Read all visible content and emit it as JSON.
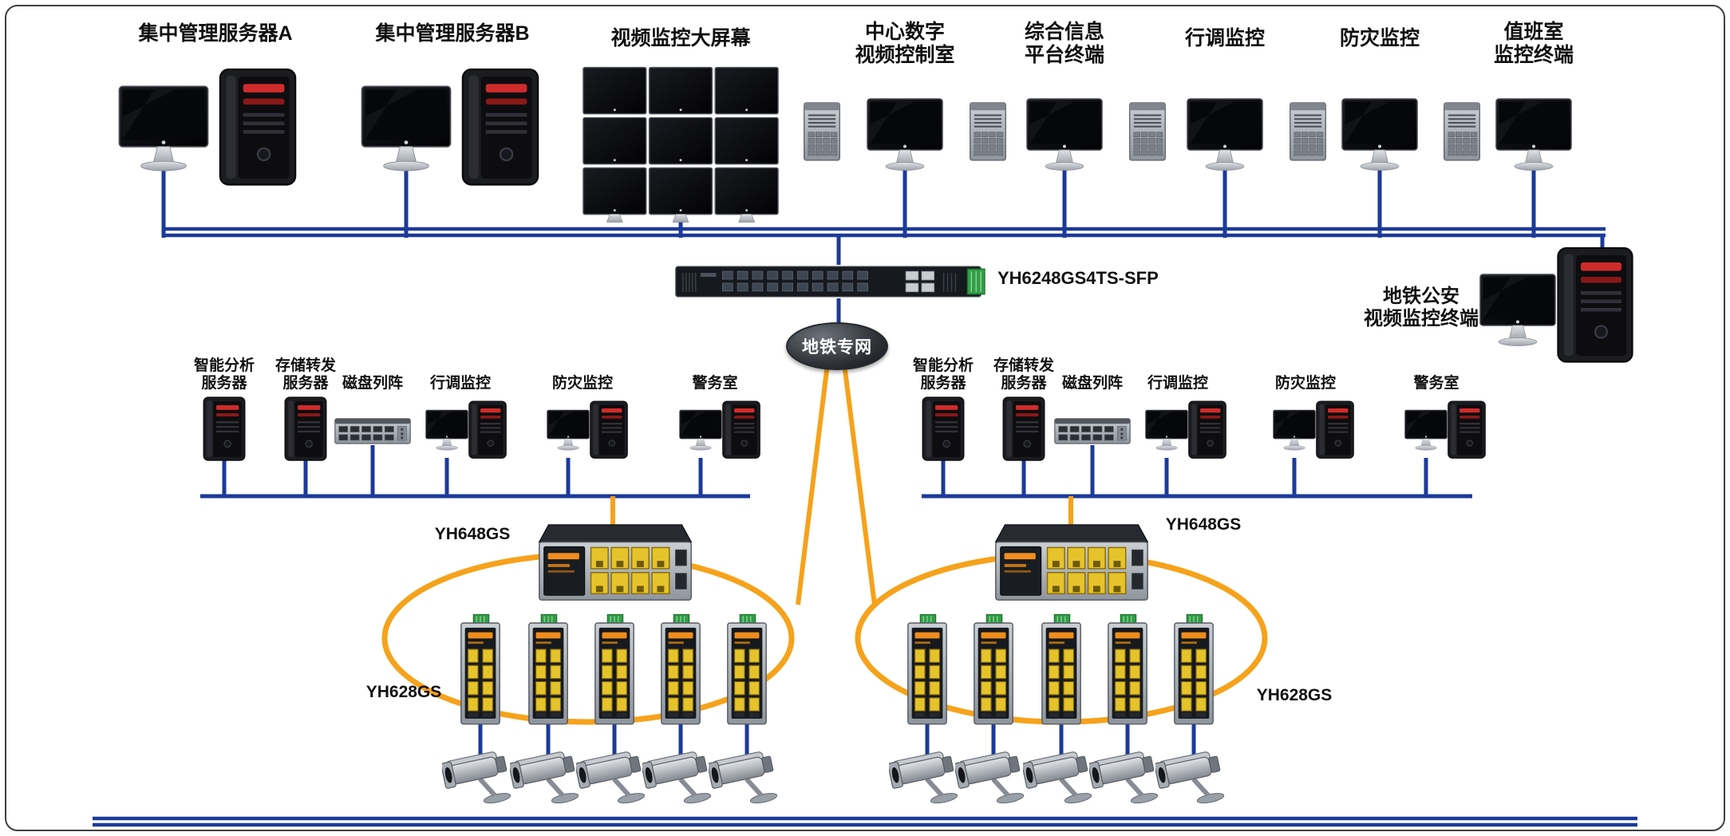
{
  "colors": {
    "line_blue": "#1c3a9a",
    "line_orange": "#f6a21b",
    "background": "#ffffff"
  },
  "top_nodes": [
    {
      "label": "集中管理服务器A"
    },
    {
      "label": "集中管理服务器B"
    },
    {
      "label": "视频监控大屏幕"
    },
    {
      "label": "中心数字\n视频控制室"
    },
    {
      "label": "综合信息\n平台终端"
    },
    {
      "label": "行调监控"
    },
    {
      "label": "防灾监控"
    },
    {
      "label": "值班室\n监控终端"
    }
  ],
  "core": {
    "switch_label": "YH6248GS4TS-SFP",
    "network_label": "地铁专网",
    "police_label": "地铁公安\n视频监控终端"
  },
  "left_cluster": {
    "nodes": [
      {
        "label": "智能分析\n服务器"
      },
      {
        "label": "存储转发\n服务器"
      },
      {
        "label": "磁盘列阵"
      },
      {
        "label": "行调监控"
      },
      {
        "label": "防灾监控"
      },
      {
        "label": "警务室"
      }
    ],
    "agg_switch_label": "YH648GS",
    "access_switch_label": "YH628GS"
  },
  "right_cluster": {
    "nodes": [
      {
        "label": "智能分析\n服务器"
      },
      {
        "label": "存储转发\n服务器"
      },
      {
        "label": "磁盘列阵"
      },
      {
        "label": "行调监控"
      },
      {
        "label": "防灾监控"
      },
      {
        "label": "警务室"
      }
    ],
    "agg_switch_label": "YH648GS",
    "access_switch_label": "YH628GS"
  }
}
